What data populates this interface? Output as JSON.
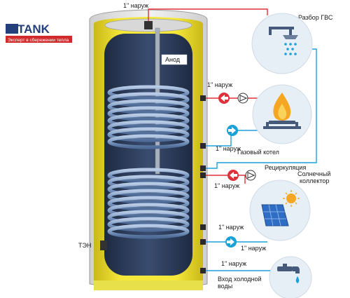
{
  "brand": {
    "name": "S-TANK",
    "slogan": "Эксперт в сбережении тепла"
  },
  "labels": {
    "anode": "Анод",
    "top_outlet": "1\" наруж",
    "hot_water": "Разбор ГВС",
    "boiler_in": "1\" наруж",
    "boiler_out": "1\" наруж",
    "gas_boiler": "Газовый котел",
    "recirculation": "Рециркуляция",
    "recirc_size": "1\" наруж",
    "solar_collector_1": "Солнечный",
    "solar_collector_2": "коллектор",
    "solar_in": "1\" наруж",
    "solar_out": "1\" наруж",
    "heater": "ТЭН",
    "cold_size": "1\" наруж",
    "cold_water_1": "Вход холодной",
    "cold_water_2": "воды"
  },
  "colors": {
    "hot_pipe": "#e0313a",
    "cold_pipe": "#1aa1d8",
    "insulation": "#f2e436",
    "tank_inner": "#2c3a58",
    "coil": "#8aa6cc",
    "circle_bg": "#e6eef6",
    "logo_blue": "#24407c",
    "logo_red": "#d12a2a"
  },
  "icons": {
    "shower": "shower-icon",
    "flame": "gas-flame-icon",
    "solar": "solar-panel-icon",
    "faucet": "faucet-icon",
    "pump": "pump-icon",
    "arrow_in": "arrow-right-icon",
    "arrow_out": "arrow-left-icon"
  }
}
